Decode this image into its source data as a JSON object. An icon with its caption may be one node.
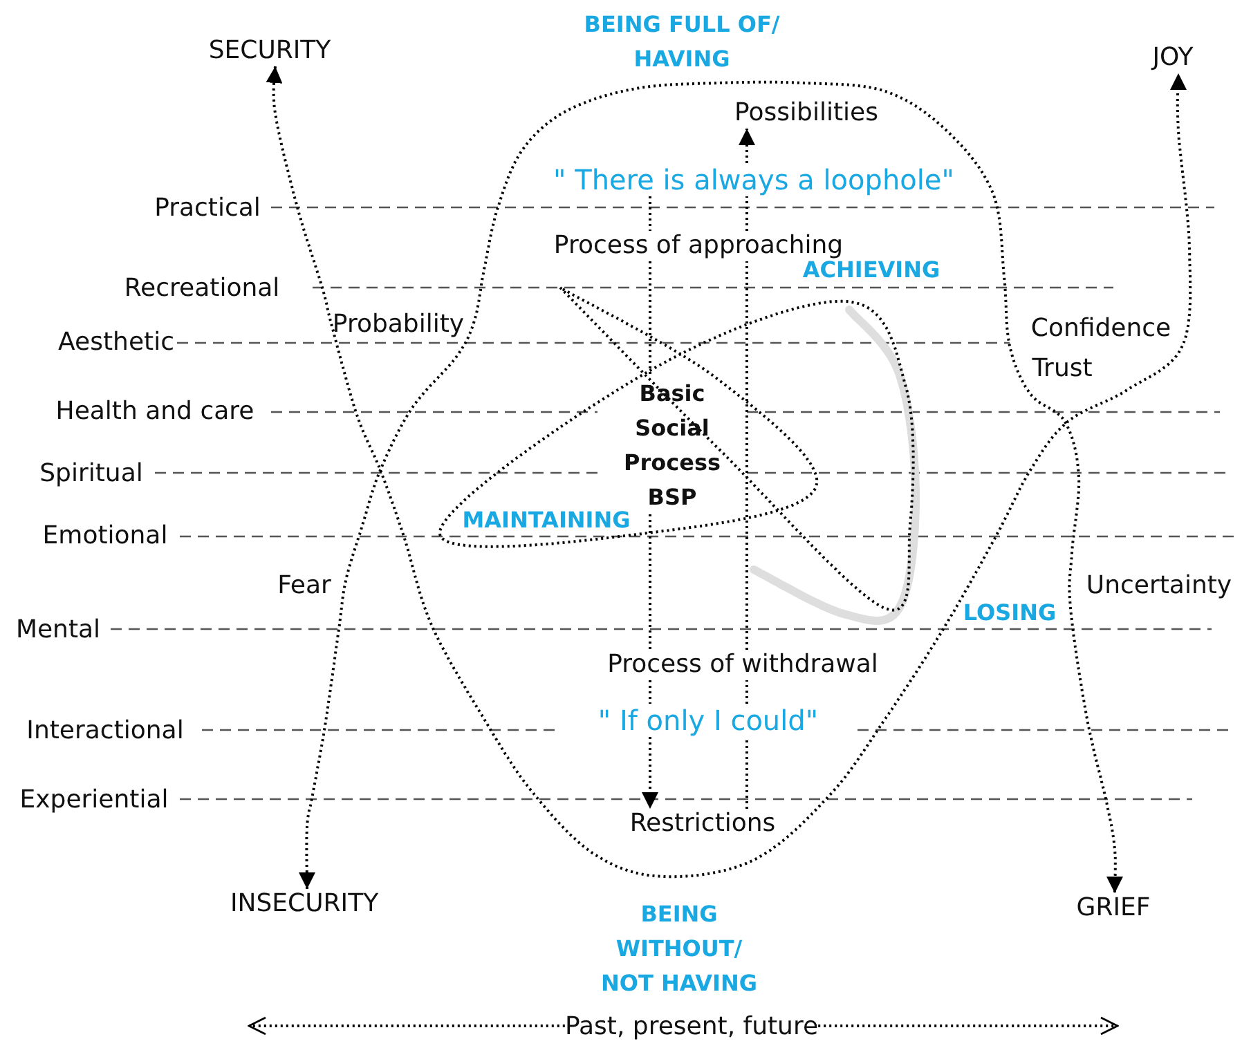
{
  "diagram": {
    "nodes": [
      {
        "text": [
          "SECURITY"
        ]
      },
      {
        "text": [
          "INSECURITY"
        ]
      },
      {
        "text": [
          "JOY"
        ]
      },
      {
        "text": [
          "GRIEF"
        ]
      },
      {
        "text": [
          "Possibilities"
        ]
      },
      {
        "text": [
          "Restrictions"
        ]
      },
      {
        "text": [
          "Past, present, future"
        ]
      },
      {
        "text": [
          "\" There is always a loophole\""
        ]
      },
      {
        "text": [
          "Process of approaching"
        ]
      },
      {
        "text": [
          "Basic Social Process BSP"
        ]
      },
      {
        "text": [
          "Process of withdrawal"
        ]
      },
      {
        "text": [
          "\" If only I could\""
        ]
      }
    ],
    "edges": [
      {
        "from": 0,
        "to": 2,
        "arrow": "both"
      },
      {
        "from": 1,
        "to": 3,
        "arrow": "both"
      },
      {
        "from": 5,
        "to": 11,
        "arrow": "none"
      },
      {
        "from": 11,
        "to": 10,
        "arrow": "none"
      },
      {
        "from": 10,
        "to": 8,
        "arrow": "none"
      },
      {
        "from": 8,
        "to": 7,
        "arrow": "none"
      },
      {
        "from": 7,
        "to": 4,
        "arrow": "to"
      },
      {
        "from": 7,
        "to": 8,
        "arrow": "none"
      },
      {
        "from": 8,
        "to": 9,
        "arrow": "none"
      },
      {
        "from": 9,
        "to": 10,
        "arrow": "none"
      },
      {
        "from": 10,
        "to": 11,
        "arrow": "none"
      },
      {
        "from": 11,
        "to": 5,
        "arrow": "to"
      },
      {
        "from": 6,
        "to": null,
        "arrow": "to"
      },
      {
        "from": 6,
        "to": null,
        "arrow": "to"
      }
    ],
    "labels": [
      "BEING FULL OF/ HAVING",
      "ACHIEVING",
      "Practical",
      "Recreational",
      "Aesthetic",
      "Probability",
      "Confidence",
      "Trust",
      "Health and care",
      "Spiritual",
      "Emotional",
      "MAINTAINING",
      "Fear",
      "Uncertainty",
      "Mental",
      "LOSING",
      "Interactional",
      "Experiential",
      "BEING WITHOUT/ NOT HAVING"
    ]
  }
}
